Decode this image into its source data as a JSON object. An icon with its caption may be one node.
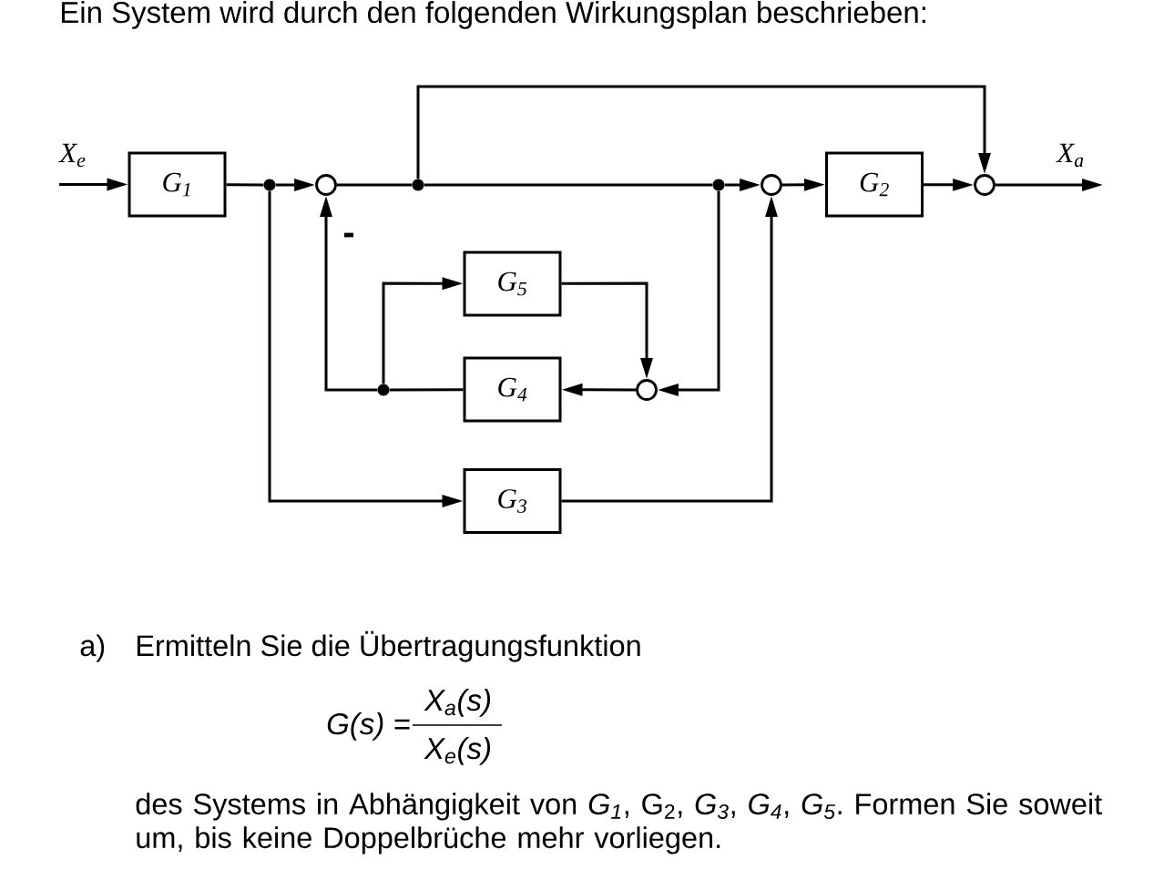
{
  "diagram": {
    "title": "Ein System wird durch den folgenden Wirkungsplan beschrieben:",
    "nodes": [
      {
        "text": [
          "X$_{e}$"
        ]
      },
      {
        "text": [
          "G$_{1}$"
        ]
      },
      {
        "text": [],
        "shape": "dot"
      },
      {
        "text": [],
        "shape": "circle"
      },
      {
        "text": [],
        "shape": "dot"
      },
      {
        "text": [],
        "shape": "dot"
      },
      {
        "text": [],
        "shape": "circle"
      },
      {
        "text": [
          "G$_{2}$"
        ]
      },
      {
        "text": [],
        "shape": "circle"
      },
      {
        "text": [
          "X$_{a}$"
        ]
      },
      {
        "text": [
          "G$_{5}$"
        ]
      },
      {
        "text": [],
        "shape": "dot"
      },
      {
        "text": [
          "G$_{4}$"
        ]
      },
      {
        "text": [],
        "shape": "circle"
      },
      {
        "text": [
          "G$_{3}$"
        ]
      }
    ],
    "edges": [
      {
        "from": 0,
        "to": 1,
        "arrow": "to"
      },
      {
        "from": 1,
        "to": 2,
        "arrow": "none"
      },
      {
        "from": 2,
        "to": 3,
        "arrow": "to"
      },
      {
        "from": 3,
        "to": 4,
        "arrow": "none"
      },
      {
        "from": 4,
        "to": 5,
        "arrow": "none"
      },
      {
        "from": 5,
        "to": 6,
        "arrow": "to"
      },
      {
        "from": 6,
        "to": 7,
        "arrow": "to"
      },
      {
        "from": 7,
        "to": 8,
        "arrow": "to"
      },
      {
        "from": 8,
        "to": 9,
        "arrow": "to"
      },
      {
        "from": 4,
        "to": 8,
        "arrow": "to"
      },
      {
        "from": 5,
        "to": 13,
        "arrow": "to"
      },
      {
        "from": 10,
        "to": 13,
        "arrow": "to"
      },
      {
        "from": 13,
        "to": 12,
        "arrow": "to"
      },
      {
        "from": 12,
        "to": 11,
        "arrow": "none"
      },
      {
        "from": 11,
        "to": 10,
        "arrow": "to"
      },
      {
        "from": 11,
        "to": 3,
        "arrow": "to",
        "label": "-"
      },
      {
        "from": 2,
        "to": 14,
        "arrow": "to"
      },
      {
        "from": 14,
        "to": 6,
        "arrow": "to"
      }
    ],
    "labels": [
      "a)",
      "Ermitteln Sie die Übertragungsfunktion",
      "G(s) =",
      "X$_{a}$(s)",
      "X$_{e}$(s)",
      "des Systems in Abhängigkeit von *G$_{1}$*, G$_{2}$, *G$_{3}$*, *G$_{4}$*, *G$_{5}$*. Formen Sie soweit um, bis keine Doppelbrüche mehr vorliegen."
    ]
  }
}
